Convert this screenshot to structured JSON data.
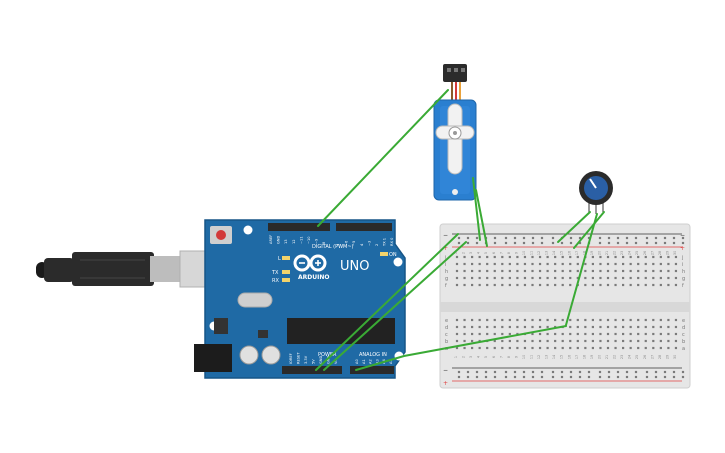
{
  "board": {
    "logo_text": "ARDUINO",
    "model": "UNO",
    "digital_label": "DIGITAL (PWM~)",
    "analog_label": "ANALOG IN",
    "power_label": "POWER",
    "on_label": "ON",
    "led_l": "L",
    "led_tx": "TX",
    "led_rx": "RX",
    "aref": "AREF",
    "gnd": "GND",
    "pins_digital": [
      "13",
      "12",
      "~11",
      "~10",
      "~9",
      "8",
      "7",
      "~6",
      "~5",
      "4",
      "~3",
      "2",
      "TX 1",
      "RX 0"
    ],
    "pins_power": [
      "IOREF",
      "RESET",
      "3.3V",
      "5V",
      "GND",
      "GND",
      "Vin"
    ],
    "pins_analog": [
      "A0",
      "A1",
      "A2",
      "A3",
      "A4",
      "A5"
    ]
  },
  "breadboard": {
    "rows_top": [
      "j",
      "i",
      "h",
      "g",
      "f"
    ],
    "rows_bottom": [
      "e",
      "d",
      "c",
      "b",
      "a"
    ],
    "columns": [
      "1",
      "2",
      "3",
      "4",
      "5",
      "6",
      "7",
      "8",
      "9",
      "10",
      "11",
      "12",
      "13",
      "14",
      "15",
      "16",
      "17",
      "18",
      "19",
      "20",
      "21",
      "22",
      "23",
      "24",
      "25",
      "26",
      "27",
      "28",
      "29",
      "30"
    ],
    "plus": "+",
    "minus": "−"
  },
  "colors": {
    "board": "#1f6aa5",
    "board_edge": "#175587",
    "wire": "#3aaa35",
    "servo": "#2a7fd0",
    "breadboard": "#e6e6e6",
    "rail_red": "#e04040",
    "rail_black": "#333333",
    "usb": "#2b2b2b",
    "pot": "#2a5fa5"
  }
}
